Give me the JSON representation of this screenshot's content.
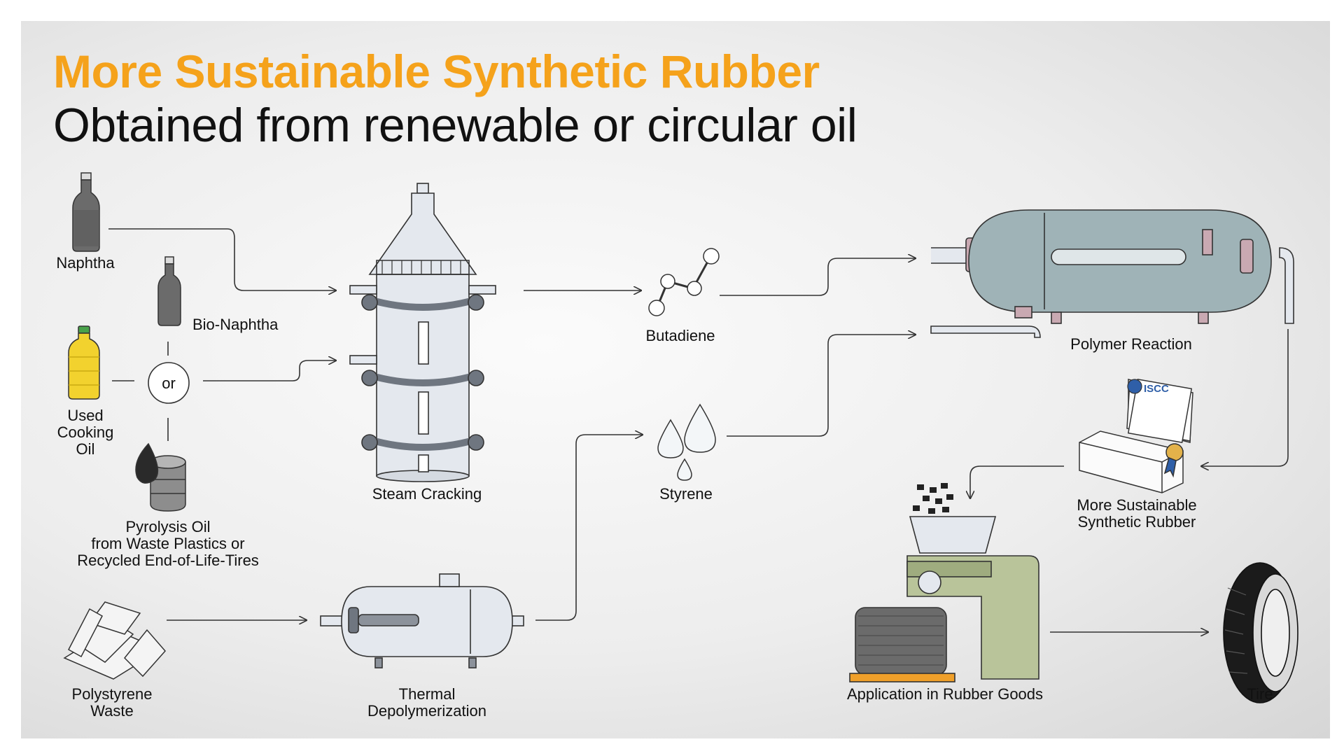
{
  "title": "More Sustainable Synthetic Rubber",
  "subtitle": "Obtained from renewable or circular oil",
  "nodes": {
    "naphtha": "Naphtha",
    "bio_naphtha": "Bio-Naphtha",
    "or_connector": "or",
    "used_cooking_oil": "Used\nCooking\nOil",
    "pyrolysis_oil": "Pyrolysis Oil\nfrom Waste Plastics or\nRecycled End-of-Life-Tires",
    "polystyrene_waste": "Polystyrene\nWaste",
    "steam_cracking": "Steam Cracking",
    "thermal_depolymerization": "Thermal\nDepolymerization",
    "butadiene": "Butadiene",
    "styrene": "Styrene",
    "polymer_reaction": "Polymer Reaction",
    "sustainable_rubber": "More Sustainable\nSynthetic Rubber",
    "application_rubber_goods": "Application in Rubber Goods",
    "tire": "Tire",
    "certificate_logo": "ISCC"
  },
  "colors": {
    "title_accent": "#f5a21b",
    "steel": "#e4e8ee",
    "reactor_teal": "#9fb3b7",
    "flange_pink": "#c9a9b2",
    "machine_green": "#b9c49a",
    "oil_yellow": "#f2d22e",
    "pallet_orange": "#f0a02a"
  }
}
